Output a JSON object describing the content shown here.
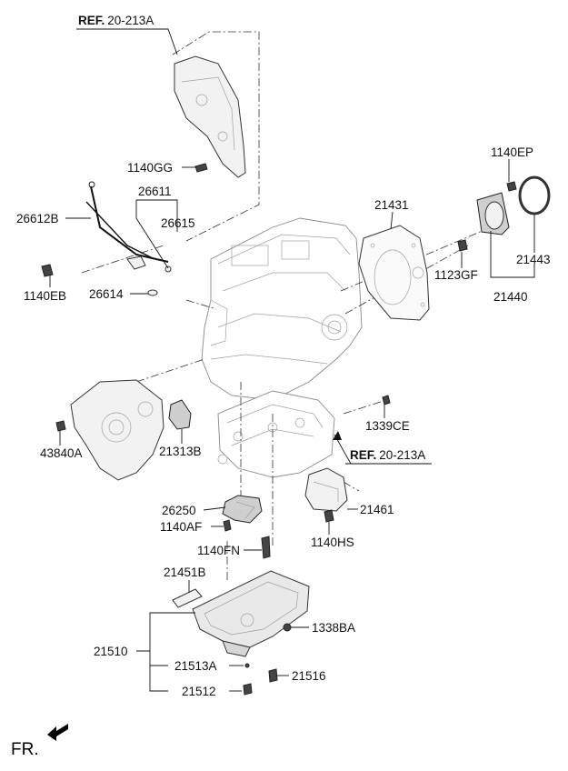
{
  "references": [
    {
      "prefix": "REF.",
      "code": "20-213A"
    },
    {
      "prefix": "REF.",
      "code": "20-213A"
    }
  ],
  "parts": {
    "p_1140GG": "1140GG",
    "p_26611": "26611",
    "p_26612B": "26612B",
    "p_26615": "26615",
    "p_1140EB": "1140EB",
    "p_26614": "26614",
    "p_21431": "21431",
    "p_1140EP": "1140EP",
    "p_1123GF": "1123GF",
    "p_21443": "21443",
    "p_21440": "21440",
    "p_1339CE": "1339CE",
    "p_43840A": "43840A",
    "p_21313B": "21313B",
    "p_26250": "26250",
    "p_1140AF": "1140AF",
    "p_21461": "21461",
    "p_1140HS": "1140HS",
    "p_1140FN": "1140FN",
    "p_21451B": "21451B",
    "p_1338BA": "1338BA",
    "p_21510": "21510",
    "p_21513A": "21513A",
    "p_21516": "21516",
    "p_21512": "21512"
  },
  "direction": {
    "label": "FR."
  }
}
